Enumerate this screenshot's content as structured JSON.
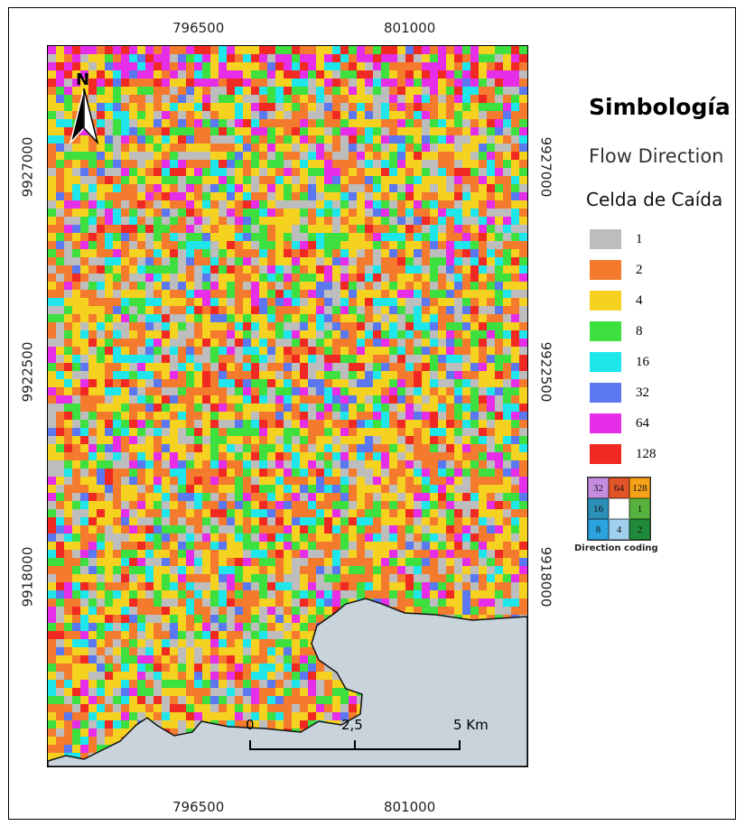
{
  "map": {
    "x_ticks": [
      "796500",
      "801000"
    ],
    "y_ticks": [
      "9927000",
      "9922500",
      "9918000"
    ],
    "north_label": "N",
    "scale_labels": [
      "0",
      "2,5",
      "5 Km"
    ]
  },
  "legend": {
    "title": "Simbología",
    "subtitle": "Flow Direction",
    "field": "Celda de Caída",
    "items": [
      {
        "label": "1",
        "color": "#bdbdbd"
      },
      {
        "label": "2",
        "color": "#f47a2e"
      },
      {
        "label": "4",
        "color": "#f5d21f"
      },
      {
        "label": "8",
        "color": "#3de03f"
      },
      {
        "label": "16",
        "color": "#1ee6ea"
      },
      {
        "label": "32",
        "color": "#5b78f0"
      },
      {
        "label": "64",
        "color": "#e62ee8"
      },
      {
        "label": "128",
        "color": "#f02a22"
      }
    ]
  },
  "direction_coding": {
    "caption": "Direction coding",
    "cells": [
      {
        "label": "32",
        "color": "#c58de0"
      },
      {
        "label": "64",
        "color": "#e2552b"
      },
      {
        "label": "128",
        "color": "#f6a21a"
      },
      {
        "label": "16",
        "color": "#2b8fb8"
      },
      {
        "label": "",
        "color": "#ffffff"
      },
      {
        "label": "1",
        "color": "#57b33d"
      },
      {
        "label": "8",
        "color": "#2aa3de"
      },
      {
        "label": "4",
        "color": "#9fd0ec"
      },
      {
        "label": "2",
        "color": "#1f8a3a"
      }
    ]
  }
}
